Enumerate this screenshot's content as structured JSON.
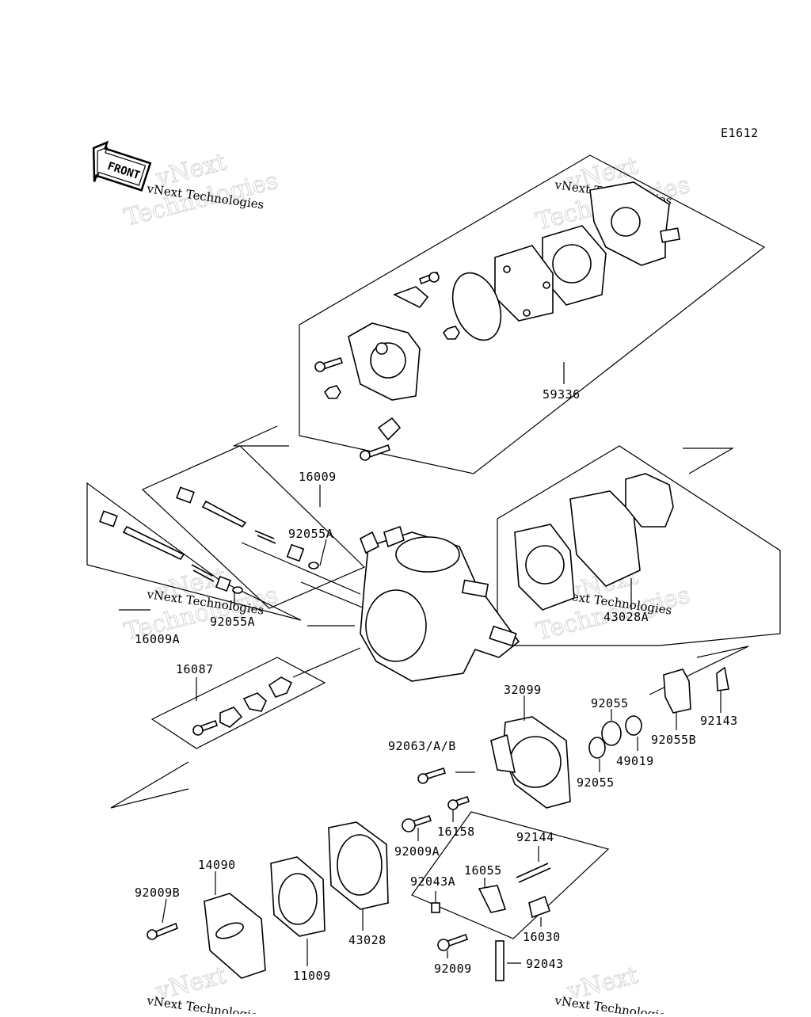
{
  "diagram": {
    "code": "E1612",
    "front_label": "FRONT",
    "watermark": {
      "line1": "vNext Technologies",
      "line2": "Technologies",
      "line3": "vNext"
    },
    "part_labels": [
      "59336",
      "16009",
      "92055A",
      "92055A",
      "16009A",
      "43028A",
      "16087",
      "32099",
      "92055",
      "92055B",
      "92143",
      "92063/A/B",
      "49019",
      "92055",
      "16158",
      "92009A",
      "92144",
      "14090",
      "92009B",
      "92043A",
      "16055",
      "43028",
      "11009",
      "16030",
      "92009",
      "92043"
    ]
  }
}
